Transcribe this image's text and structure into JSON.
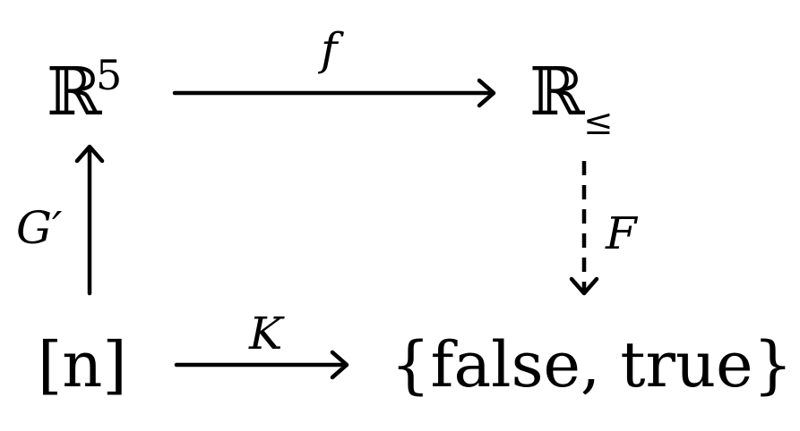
{
  "nodes": {
    "top_left": {
      "symbol": "ℝ",
      "superscript": "5"
    },
    "top_right": {
      "symbol": "ℝ",
      "subscript": "≤"
    },
    "bottom_left": {
      "text": "[n]"
    },
    "bottom_right": {
      "text": "{false, true}"
    }
  },
  "arrows": {
    "top": {
      "label": "f",
      "style": "solid"
    },
    "left": {
      "label": "G′",
      "style": "solid"
    },
    "right": {
      "label": "F",
      "style": "dashed"
    },
    "bottom": {
      "label": "K",
      "style": "solid"
    }
  }
}
